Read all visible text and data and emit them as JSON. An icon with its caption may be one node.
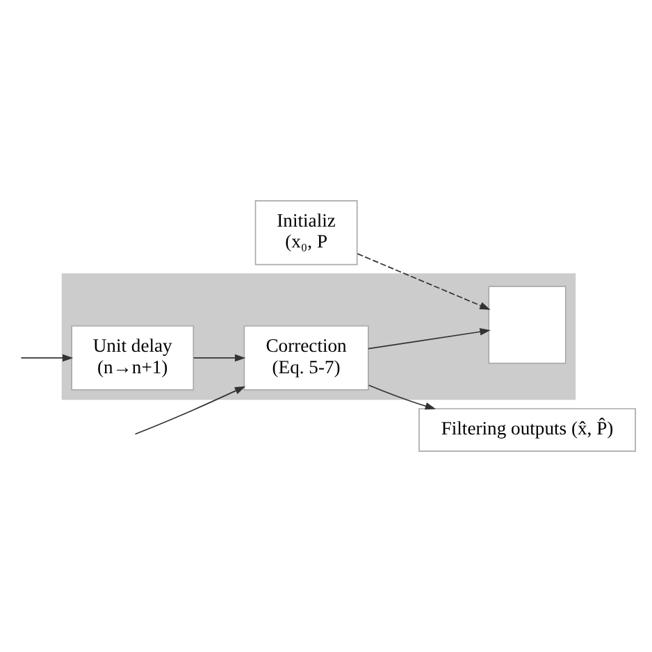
{
  "diagram": {
    "nodes": [
      {
        "text": [],
        "shape": "box"
      },
      {
        "text": [
          "Filtering outputs (x̂, P̂)"
        ]
      },
      {
        "text": [
          "Initializ",
          "(x₀, P"
        ]
      },
      {
        "text": [
          "Correction",
          "(Eq. 5-7)"
        ],
        "in": 0
      },
      {
        "text": [],
        "shape": "box",
        "in": 0
      },
      {
        "text": [
          "Unit delay",
          "(n→n+1)"
        ],
        "in": 0
      }
    ],
    "edges": [
      {
        "from": null,
        "to": 3,
        "arrow": "to"
      },
      {
        "from": 5,
        "to": 3,
        "arrow": "to"
      },
      {
        "from": 3,
        "to": 4,
        "arrow": "to"
      },
      {
        "from": 3,
        "to": 1,
        "arrow": "to"
      },
      {
        "from": 2,
        "to": 4,
        "arrow": "to",
        "style": "dashed"
      },
      {
        "from": null,
        "to": 5,
        "arrow": "to"
      }
    ]
  }
}
